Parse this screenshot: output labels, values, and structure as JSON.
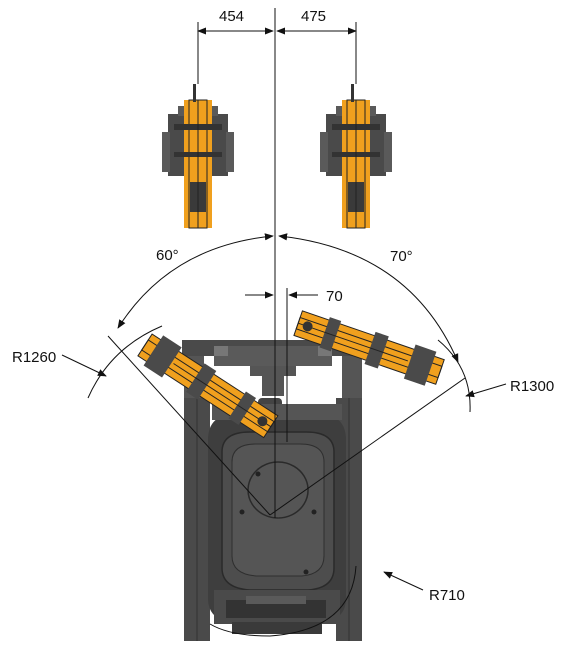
{
  "dimensions": {
    "left_offset": "454",
    "right_offset": "475",
    "angle_left": "60°",
    "angle_right": "70°",
    "boom_offset": "70",
    "radius_left": "R1260",
    "radius_right": "R1300",
    "radius_tail": "R710"
  },
  "colors": {
    "boom_orange": "#f0a01e",
    "machine_dark": "#454545",
    "machine_mid": "#6a6a6a",
    "line": "#111111"
  },
  "icons": {
    "drill_head_left": "drill-rig-boom-icon",
    "drill_head_right": "drill-rig-boom-icon",
    "carrier": "tracked-carrier-icon"
  }
}
